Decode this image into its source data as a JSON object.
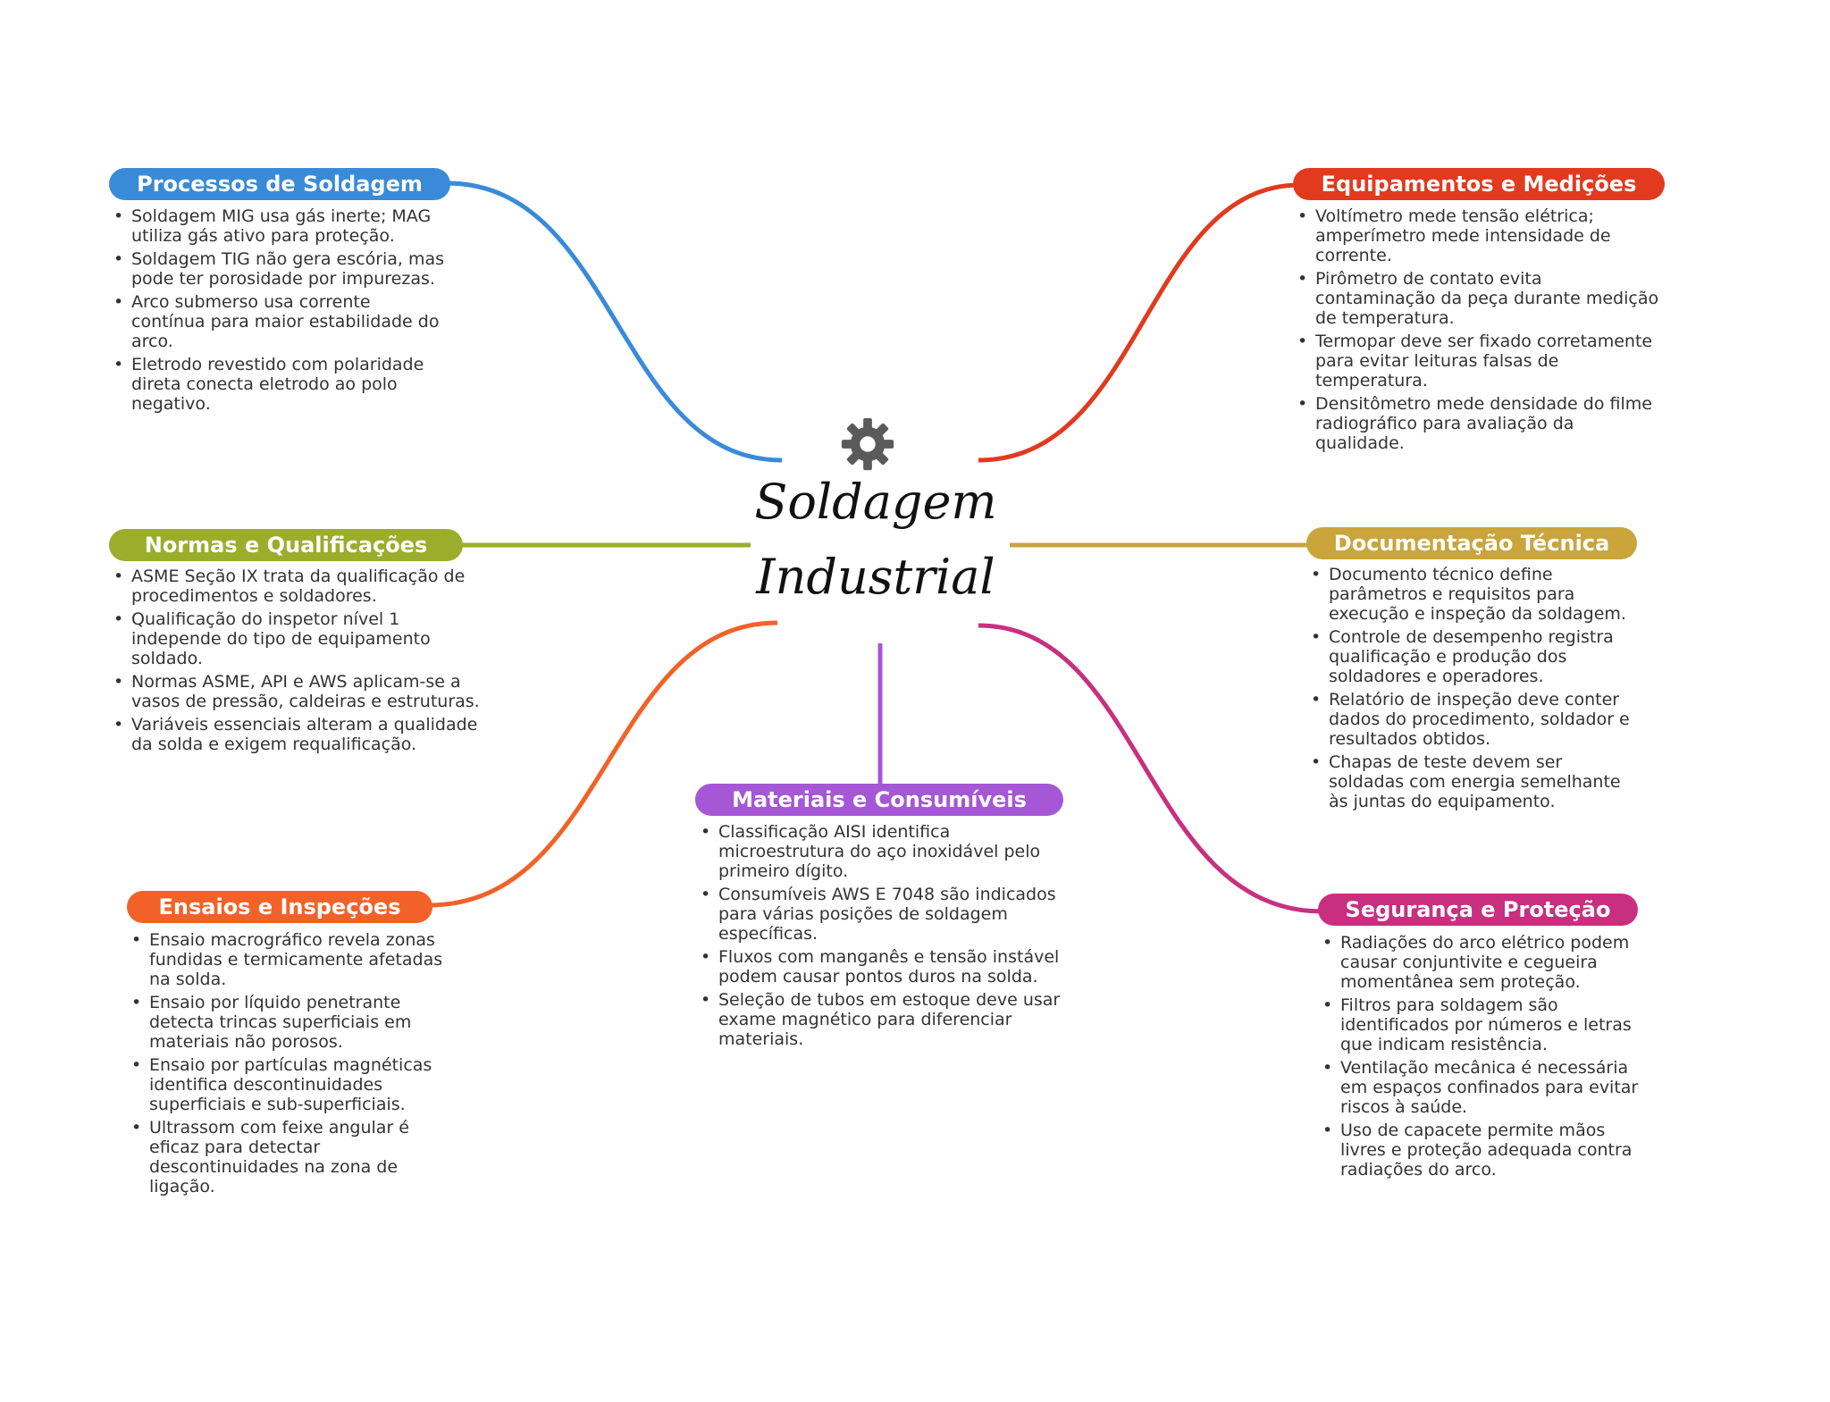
{
  "center": {
    "line1": "Soldagem",
    "line2": "Industrial",
    "icon": "gear-icon"
  },
  "branches": [
    {
      "id": "processos",
      "title": "Processos de Soldagem",
      "color": "#3a8bd7",
      "items": [
        "Soldagem MIG usa gás inerte; MAG utiliza gás ativo para proteção.",
        "Soldagem TIG não gera escória, mas pode ter porosidade por impurezas.",
        "Arco submerso usa corrente contínua para maior estabilidade do arco.",
        "Eletrodo revestido com polaridade direta conecta eletrodo ao polo negativo."
      ]
    },
    {
      "id": "normas",
      "title": "Normas e Qualificações",
      "color": "#9aae2c",
      "items": [
        "ASME Seção IX trata da qualificação de procedimentos e soldadores.",
        "Qualificação do inspetor nível 1 independe do tipo de equipamento soldado.",
        "Normas ASME, API e AWS aplicam-se a vasos de pressão, caldeiras e estruturas.",
        "Variáveis essenciais alteram a qualidade da solda e exigem requalificação."
      ]
    },
    {
      "id": "ensaios",
      "title": "Ensaios e Inspeções",
      "color": "#f26228",
      "items": [
        "Ensaio macrográfico revela zonas fundidas e termicamente afetadas na solda.",
        "Ensaio por líquido penetrante detecta trincas superficiais em materiais não porosos.",
        "Ensaio por partículas magnéticas identifica descontinuidades superficiais e sub-superficiais.",
        "Ultrassom com feixe angular é eficaz para detectar descontinuidades na zona de ligação."
      ]
    },
    {
      "id": "materiais",
      "title": "Materiais e Consumíveis",
      "color": "#a557d6",
      "items": [
        "Classificação AISI identifica microestrutura do aço inoxidável pelo primeiro dígito.",
        "Consumíveis AWS E 7048 são indicados para várias posições de soldagem específicas.",
        "Fluxos com manganês e tensão instável podem causar pontos duros na solda.",
        "Seleção de tubos em estoque deve usar exame magnético para diferenciar materiais."
      ]
    },
    {
      "id": "equipamentos",
      "title": "Equipamentos e Medições",
      "color": "#e23a1f",
      "items": [
        "Voltímetro mede tensão elétrica; amperímetro mede intensidade de corrente.",
        "Pirômetro de contato evita contaminação da peça durante medição de temperatura.",
        "Termopar deve ser fixado corretamente para evitar leituras falsas de temperatura.",
        "Densitômetro mede densidade do filme radiográfico para avaliação da qualidade."
      ]
    },
    {
      "id": "documentacao",
      "title": "Documentação Técnica",
      "color": "#c9a53c",
      "items": [
        "Documento técnico define parâmetros e requisitos para execução e inspeção da soldagem.",
        "Controle de desempenho registra qualificação e produção dos soldadores e operadores.",
        "Relatório de inspeção deve conter dados do procedimento, soldador e resultados obtidos.",
        "Chapas de teste devem ser soldadas com energia semelhante às juntas do equipamento."
      ]
    },
    {
      "id": "seguranca",
      "title": "Segurança e Proteção",
      "color": "#c8307f",
      "items": [
        "Radiações do arco elétrico podem causar conjuntivite e cegueira momentânea sem proteção.",
        "Filtros para soldagem são identificados por números e letras que indicam resistência.",
        "Ventilação mecânica é necessária em espaços confinados para evitar riscos à saúde.",
        "Uso de capacete permite mãos livres e proteção adequada contra radiações do arco."
      ]
    }
  ]
}
